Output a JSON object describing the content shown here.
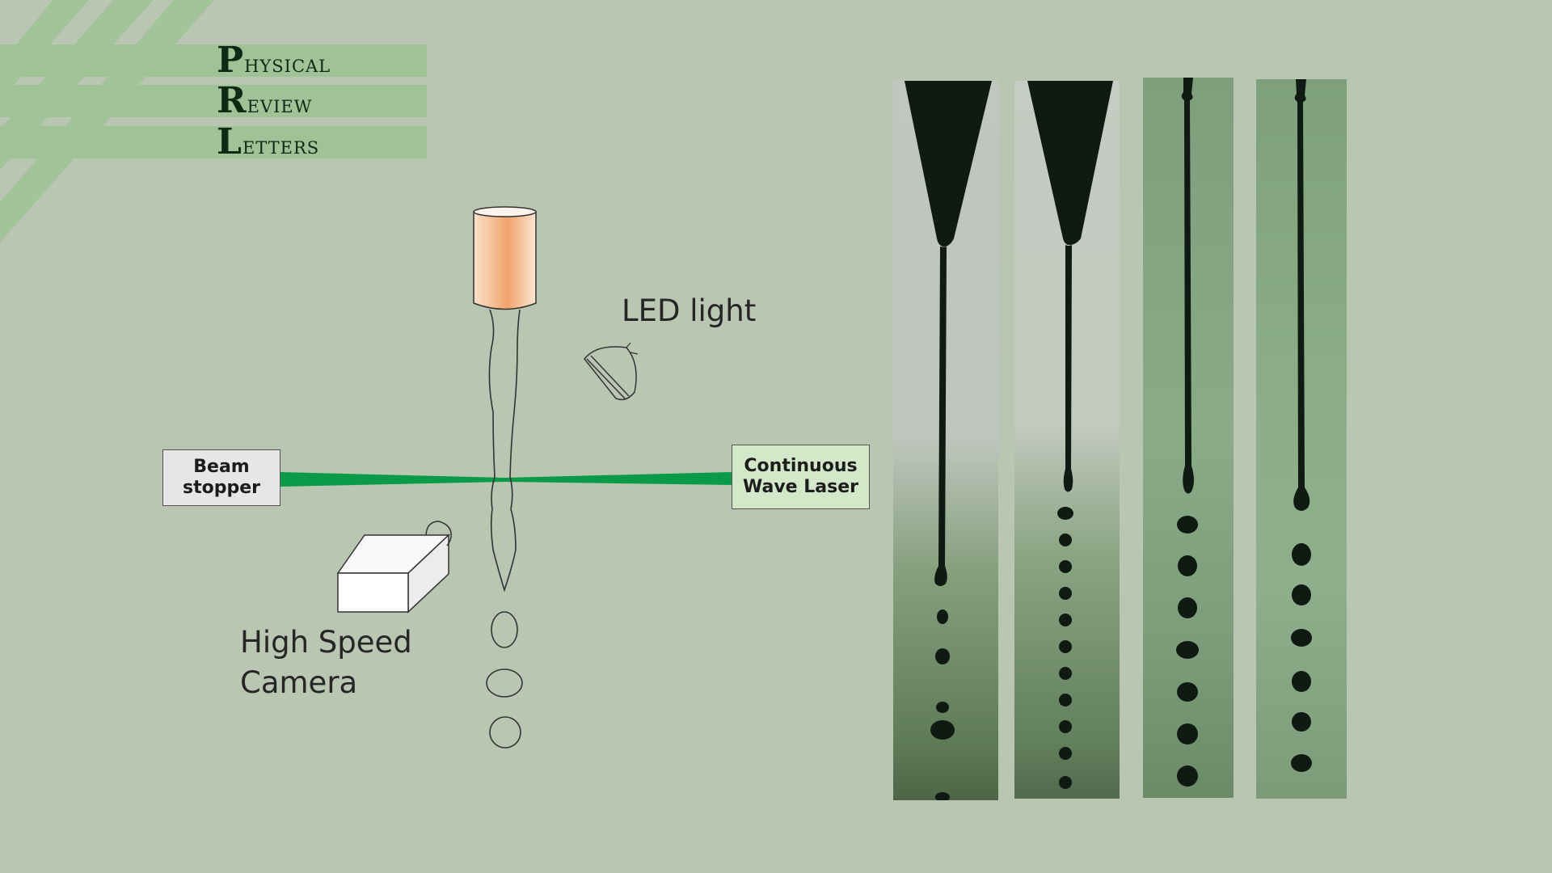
{
  "journal": {
    "line1": "Physical",
    "line2": "Review",
    "line3": "Letters"
  },
  "diagram": {
    "beam_stopper": "Beam stopper",
    "laser": "Continuous Wave Laser",
    "led": "LED light",
    "camera": "High Speed Camera"
  },
  "colors": {
    "background": "#b9c6b1",
    "logo_band": "#9fc296",
    "laser_beam": "#0b9b48",
    "nozzle_glow": "#f2a46c",
    "ink": "#0d1a10"
  }
}
